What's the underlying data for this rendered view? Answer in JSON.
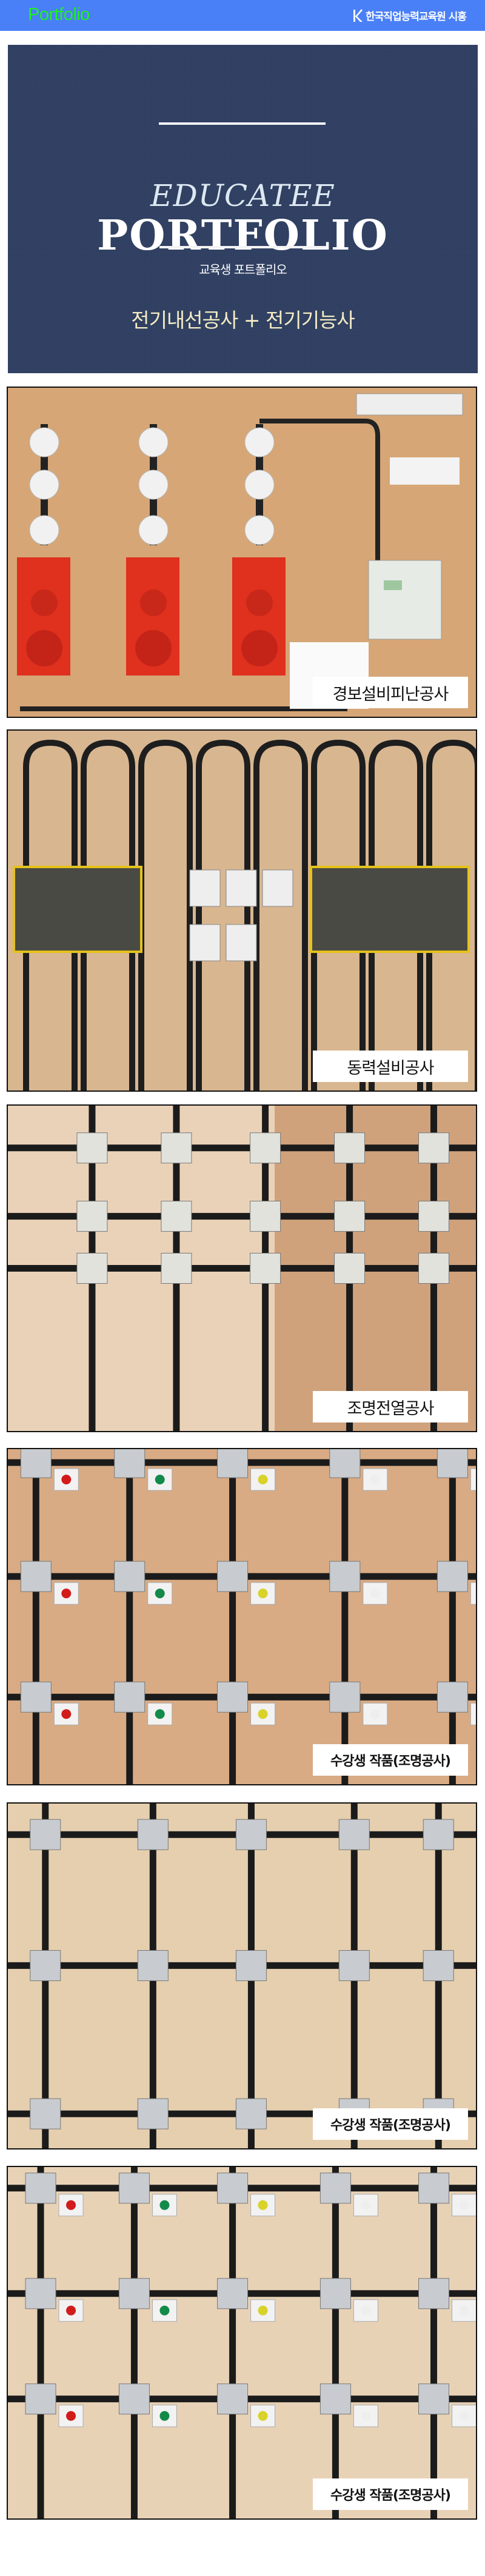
{
  "header": {
    "brand": "Portfolio",
    "org_name": "한국직업능력교육원 시흥",
    "org_logo_letter": "K"
  },
  "banner": {
    "eyebrow": "EDUCATEE",
    "title": "PORTFOLIO",
    "subtitle": "교육생 포트폴리오",
    "courses": "전기내선공사 + 전기기능사"
  },
  "photos": [
    {
      "caption": "경보설비피난공사"
    },
    {
      "caption": "동력설비공사"
    },
    {
      "caption": "조명전열공사"
    },
    {
      "caption": "수강생 작품(조명공사)"
    },
    {
      "caption": "수강생 작품(조명공사)"
    },
    {
      "caption": "수강생 작품(조명공사)"
    }
  ],
  "colors": {
    "header_bg": "#4a80f7",
    "brand": "#1ef11e",
    "banner_bg": "#2f3e5f",
    "course_text": "#f4ecc4"
  }
}
